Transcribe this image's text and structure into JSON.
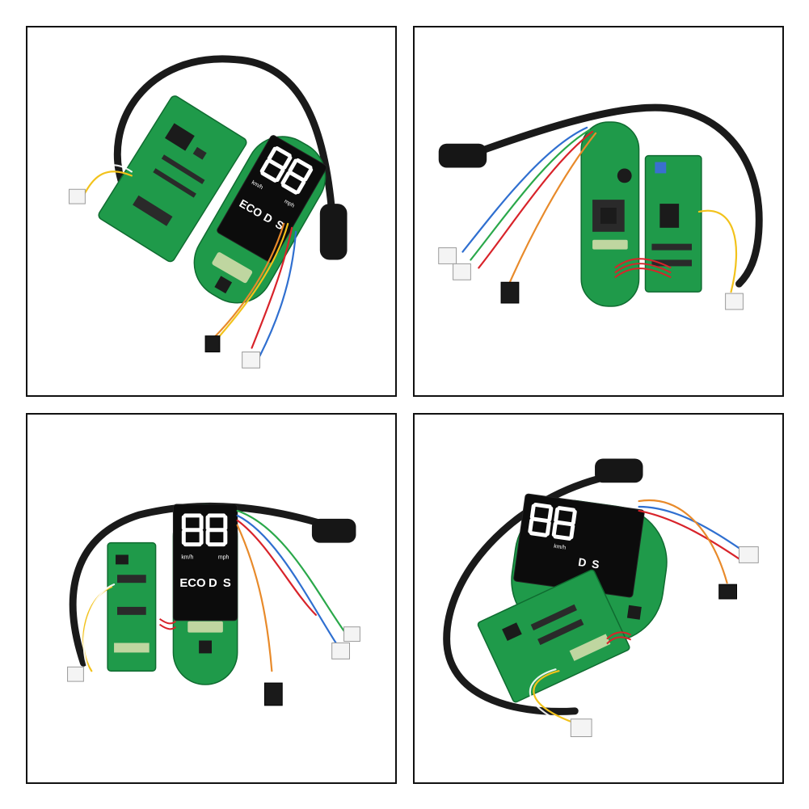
{
  "display": {
    "speed_digits": "88",
    "unit_kmh": "km/h",
    "unit_mph": "mph",
    "mode_eco": "ECO",
    "mode_d": "D",
    "mode_s": "S"
  },
  "colors": {
    "pcb": "#1f9a4a",
    "display": "#0c0c0c",
    "cable": "#1a1a1a",
    "wire_red": "#d8232a",
    "wire_blue": "#2f6fd0",
    "wire_yellow": "#f2c21b",
    "wire_green": "#2aa84a",
    "wire_orange": "#e88a2a"
  }
}
